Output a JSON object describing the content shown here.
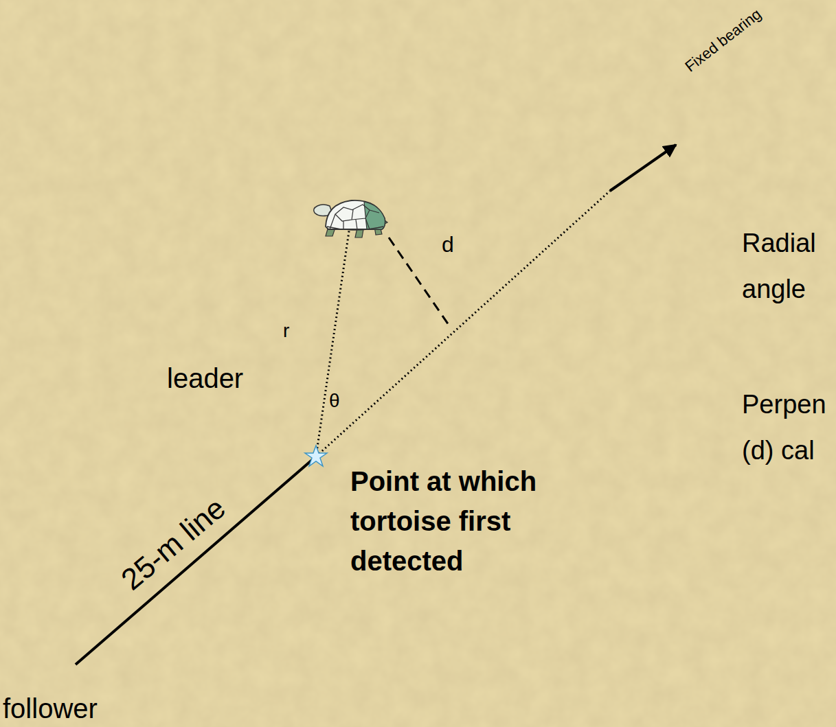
{
  "diagram": {
    "labels": [
      "Fixed bearing",
      "d",
      "Radial",
      "angle",
      "r",
      "leader",
      "θ",
      "Perpen",
      "(d) cal",
      "25-m line",
      "Point at which tortoise first detected",
      "follower"
    ]
  }
}
